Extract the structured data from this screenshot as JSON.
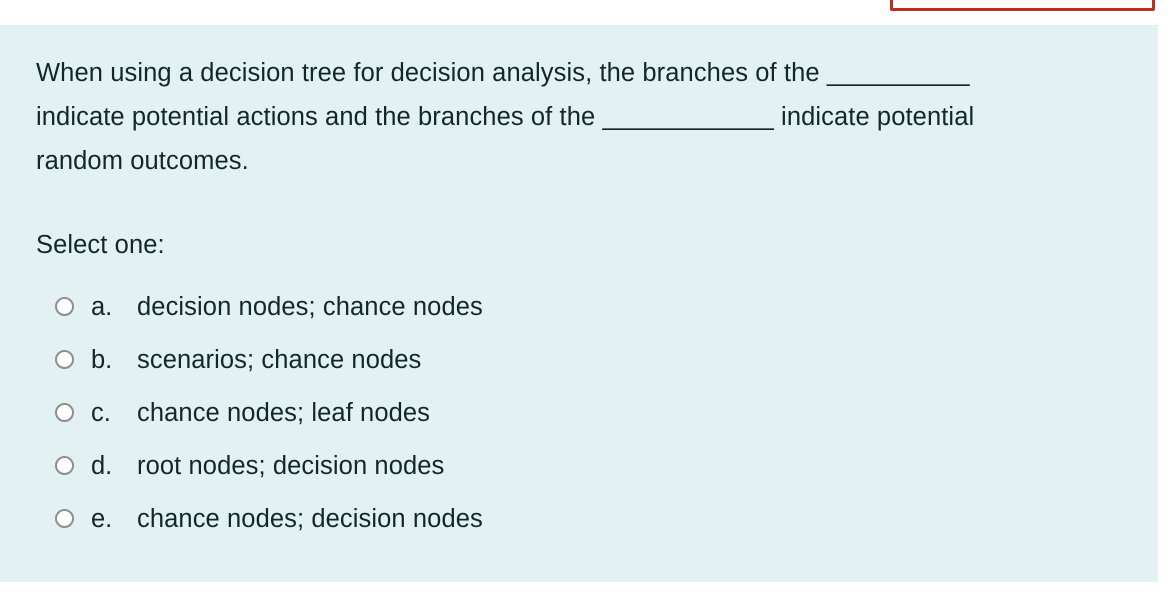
{
  "colors": {
    "panel_background": "#e4f1f2",
    "page_background": "#ffffff",
    "text": "#12272c",
    "highlight_border": "#c52c1c",
    "radio_border": "#8b8f91"
  },
  "question": {
    "text": "When using a decision tree for decision analysis, the branches of the __________ indicate potential actions and the branches of the ____________ indicate potential random outcomes.",
    "select_one_label": "Select one:"
  },
  "answers": [
    {
      "letter": "a.",
      "text": "decision nodes; chance nodes",
      "selected": false
    },
    {
      "letter": "b.",
      "text": "scenarios; chance nodes",
      "selected": false
    },
    {
      "letter": "c.",
      "text": "chance nodes; leaf nodes",
      "selected": false
    },
    {
      "letter": "d.",
      "text": "root nodes; decision nodes",
      "selected": false
    },
    {
      "letter": "e.",
      "text": "chance nodes; decision nodes",
      "selected": false
    }
  ]
}
